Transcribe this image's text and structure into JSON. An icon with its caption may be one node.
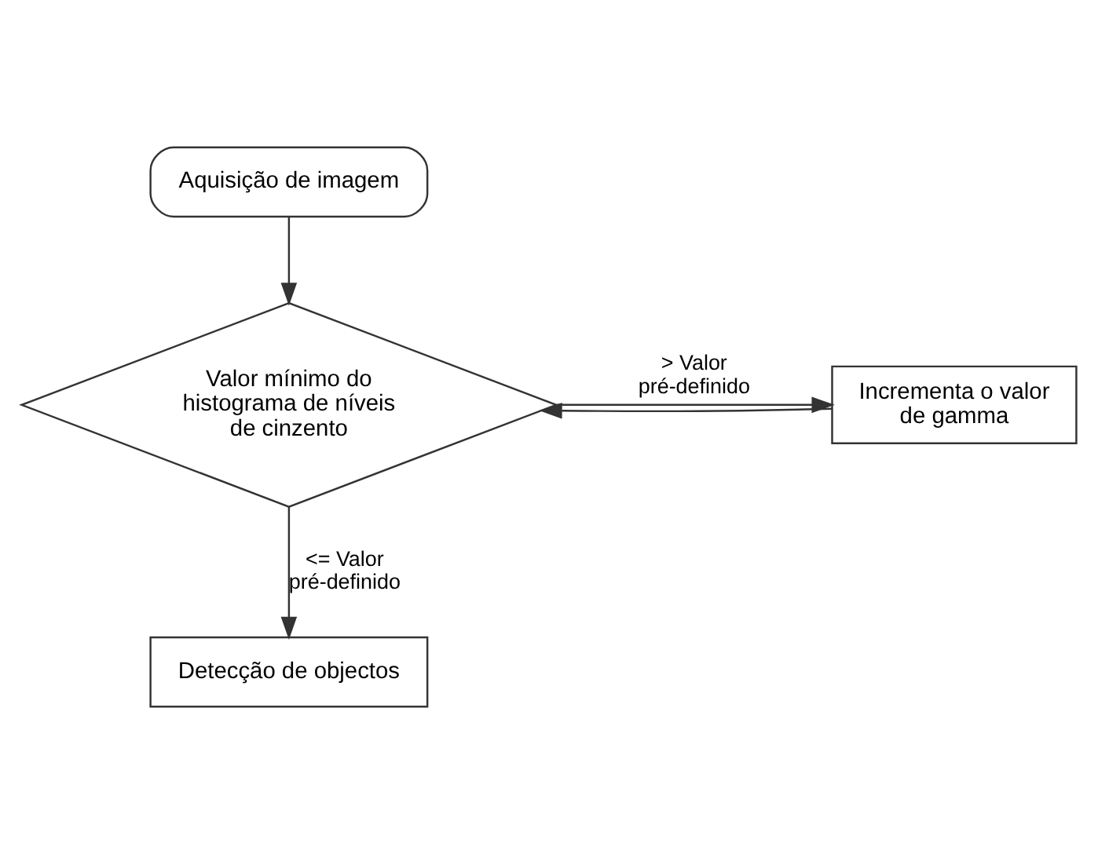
{
  "diagram": {
    "nodes": [
      {
        "text": [
          "Aquisição de imagem"
        ]
      },
      {
        "text": [
          "Valor mínimo do histograma de níveis de cinzento"
        ]
      },
      {
        "text": [
          "Incrementa o valor de gamma"
        ]
      },
      {
        "text": [
          "Detecção de objectos"
        ]
      }
    ],
    "edges": [
      {
        "from": 0,
        "to": 1,
        "arrow": "to"
      },
      {
        "from": 1,
        "to": 2,
        "arrow": "to",
        "label": "> Valor pré-definido"
      },
      {
        "from": 2,
        "to": 1,
        "arrow": "to"
      },
      {
        "from": 1,
        "to": 3,
        "arrow": "to",
        "label": "<= Valor pré-definido"
      }
    ]
  }
}
